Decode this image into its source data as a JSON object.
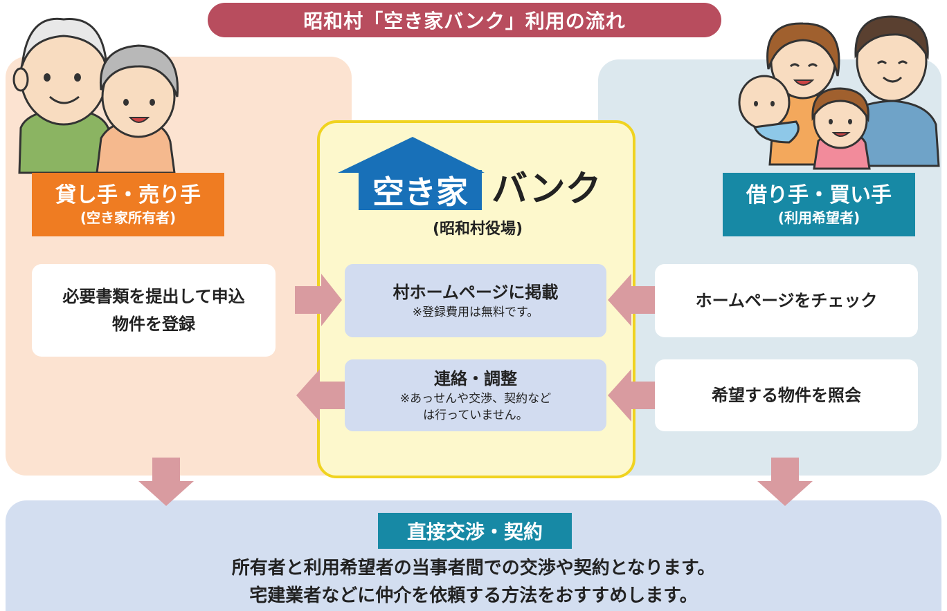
{
  "title": "昭和村「空き家バンク」利用の流れ",
  "lender": {
    "label": "貸し手・売り手",
    "sub": "(空き家所有者)",
    "step_line1": "必要書類を提出して申込",
    "step_line2": "物件を登録"
  },
  "bank": {
    "logo_main": "空き家",
    "logo_suffix": "バンク",
    "sub": "(昭和村役場)",
    "step1_main": "村ホームページに掲載",
    "step1_note": "※登録費用は無料です。",
    "step2_main": "連絡・調整",
    "step2_note_line1": "※あっせんや交渉、契約など",
    "step2_note_line2": "は行っていません。"
  },
  "borrower": {
    "label": "借り手・買い手",
    "sub": "(利用希望者)",
    "step1": "ホームページをチェック",
    "step2": "希望する物件を照会"
  },
  "final": {
    "label": "直接交渉・契約",
    "line1": "所有者と利用希望者の当事者間での交渉や契約となります。",
    "line2": "宅建業者などに仲介を依頼する方法をおすすめします。"
  },
  "colors": {
    "title_bg": "#b84d5e",
    "lender_panel": "#fce3d1",
    "lender_label": "#ef7c22",
    "borrower_panel": "#dce8ee",
    "borrower_label": "#1789a5",
    "bank_panel": "#fdf8cc",
    "bank_border": "#f0d320",
    "bank_logo_blue": "#1870b8",
    "step_blue": "#d2dcf0",
    "arrow": "#d99ba0"
  },
  "icons": [
    "elderly-couple-illustration",
    "family-illustration",
    "house-roof-icon"
  ]
}
